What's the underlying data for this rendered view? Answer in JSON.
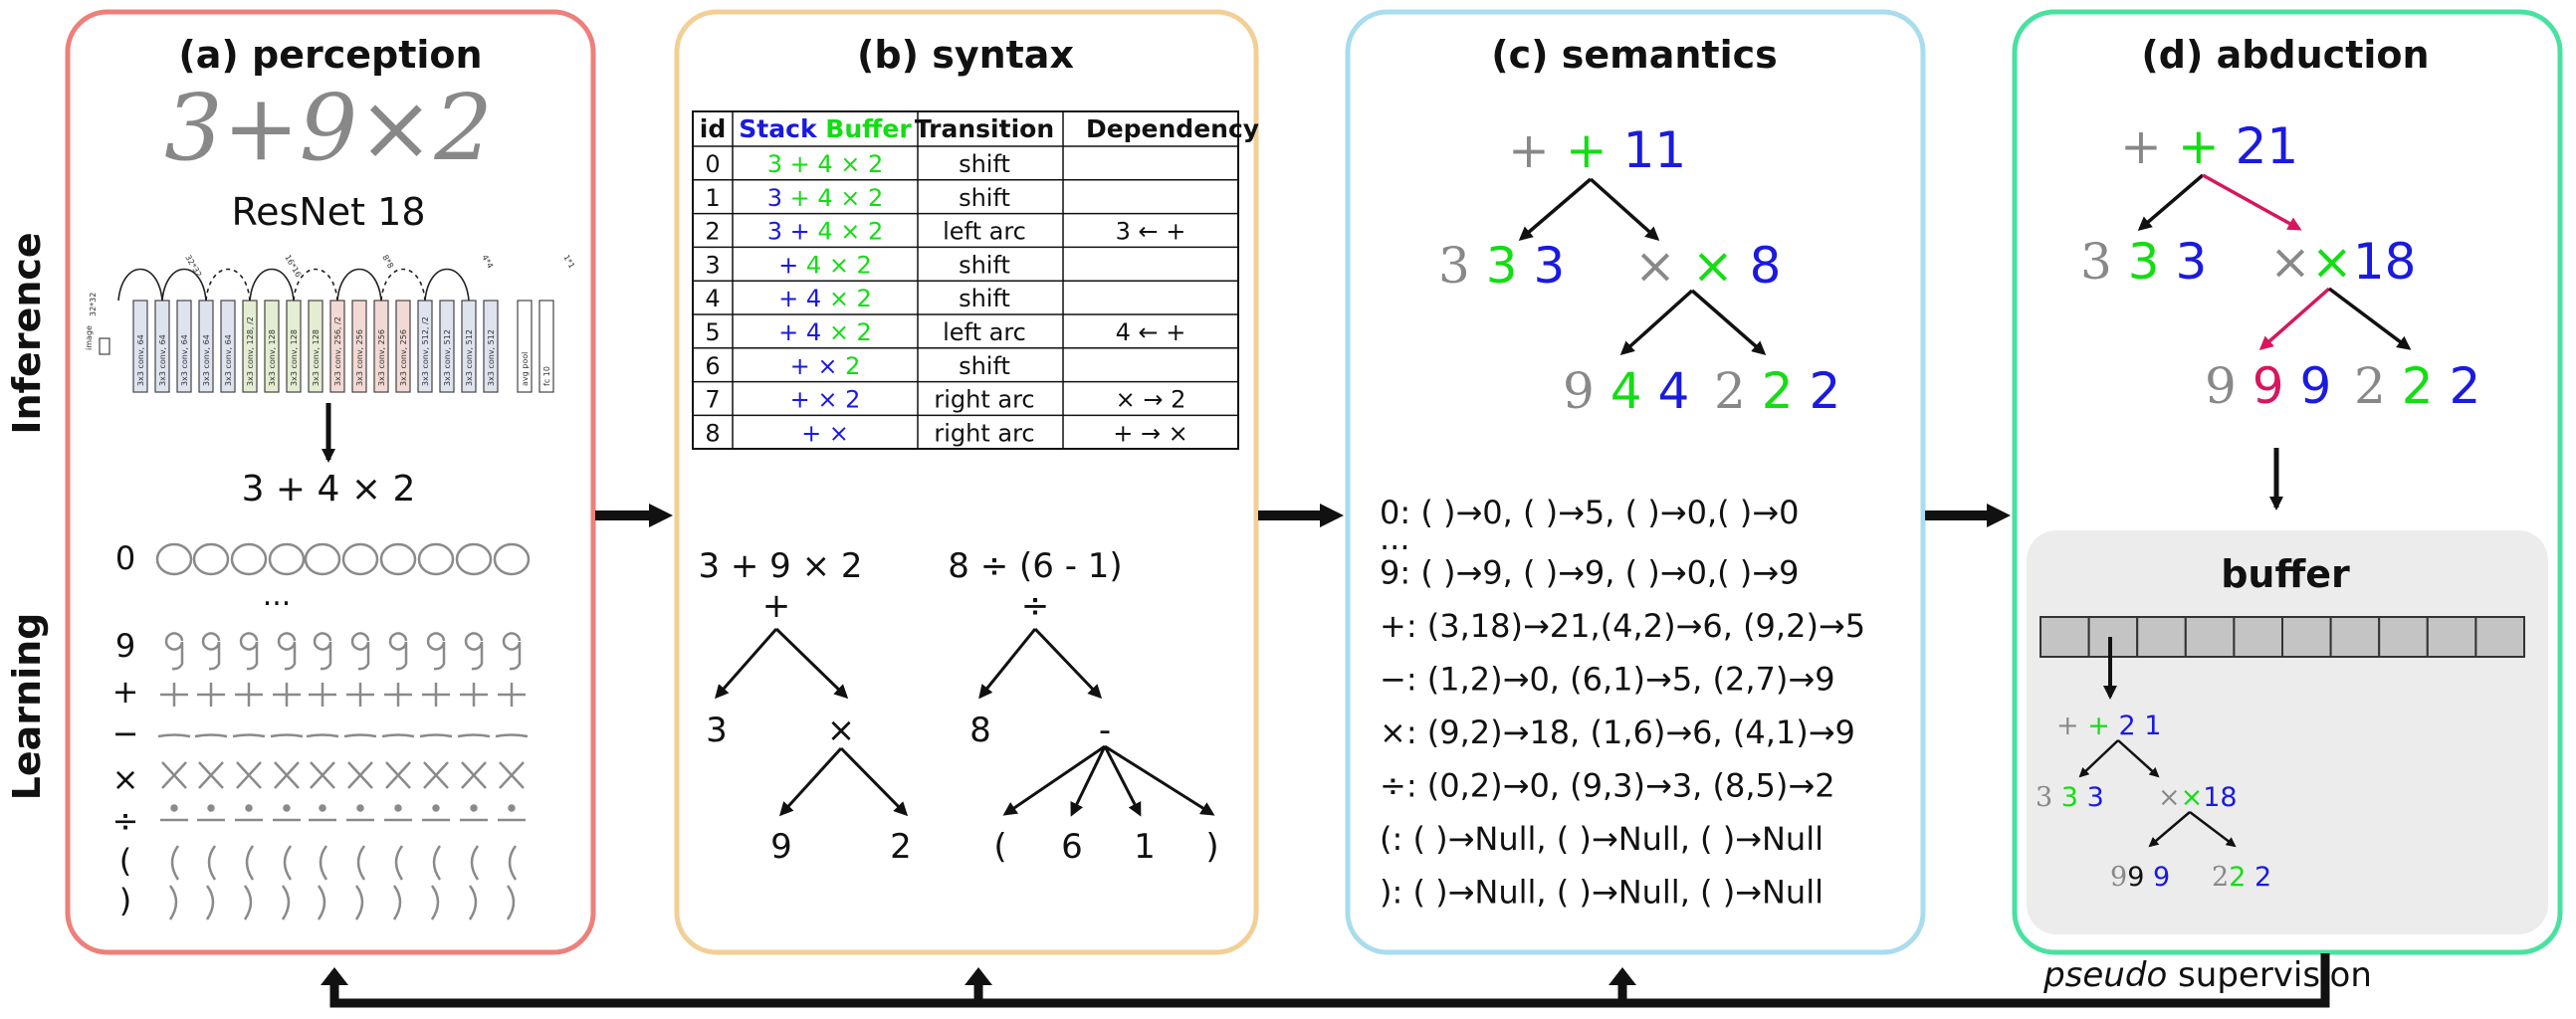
{
  "side_labels": {
    "inference": "Inference",
    "learning": "Learning"
  },
  "panels": {
    "perception": {
      "title": "(a) perception",
      "network": "ResNet 18",
      "handwritten": "3+9×2",
      "output": "3 + 4 × 2",
      "class_labels": [
        "0",
        "9",
        "+",
        "−",
        "×",
        "÷",
        "(",
        ")"
      ],
      "ellipsis": "...",
      "layers": [
        "image",
        "3x3 conv, 64",
        "3x3 conv, 64",
        "3x3 conv, 64",
        "3x3 conv, 64",
        "3x3 conv, 64",
        "3x3 conv, 128, /2",
        "3x3 conv, 128",
        "3x3 conv, 128",
        "3x3 conv, 128",
        "3x3 conv, 256, /2",
        "3x3 conv, 256",
        "3x3 conv, 256",
        "3x3 conv, 256",
        "3x3 conv, 512, /2",
        "3x3 conv, 512",
        "3x3 conv, 512",
        "3x3 conv, 512",
        "avg pool",
        "fc 10"
      ],
      "sizes": [
        "32*32",
        "32*32",
        "16*16",
        "8*8",
        "4*4",
        "1*1"
      ]
    },
    "syntax": {
      "title": "(b) syntax",
      "headers": {
        "id": "id",
        "stack": "Stack",
        "buffer": "Buffer",
        "transition": "Transition",
        "dependency": "Dependency"
      },
      "rows": [
        {
          "id": "0",
          "stack": "",
          "buffer": "3 + 4 × 2",
          "transition": "shift",
          "dependency": ""
        },
        {
          "id": "1",
          "stack": "3",
          "buffer": "+ 4 × 2",
          "transition": "shift",
          "dependency": ""
        },
        {
          "id": "2",
          "stack": "3 +",
          "buffer": "4 × 2",
          "transition": "left arc",
          "dependency": "3 ← +"
        },
        {
          "id": "3",
          "stack": "+",
          "buffer": "4 × 2",
          "transition": "shift",
          "dependency": ""
        },
        {
          "id": "4",
          "stack": "+ 4",
          "buffer": "× 2",
          "transition": "shift",
          "dependency": ""
        },
        {
          "id": "5",
          "stack": "+ 4",
          "buffer": "× 2",
          "transition": "left arc",
          "dependency": "4 ← +"
        },
        {
          "id": "6",
          "stack": "+ ×",
          "buffer": "2",
          "transition": "shift",
          "dependency": ""
        },
        {
          "id": "7",
          "stack": "+ × 2",
          "buffer": "",
          "transition": "right arc",
          "dependency": "× → 2"
        },
        {
          "id": "8",
          "stack": "+ ×",
          "buffer": "",
          "transition": "right arc",
          "dependency": "+ → ×"
        }
      ],
      "tree1": {
        "expr": "3 + 9 × 2",
        "root": "+",
        "left": "3",
        "mid": "×",
        "l2": "9",
        "r2": "2"
      },
      "tree2": {
        "expr": "8 ÷ (6 - 1)",
        "root": "÷",
        "left": "8",
        "mid": "-",
        "c1": "(",
        "c2": "6",
        "c3": "1",
        "c4": ")"
      }
    },
    "semantics": {
      "title": "(c) semantics",
      "tree": {
        "root_hw": "+",
        "root_sym": "+",
        "root_val": "11",
        "l_hw": "3",
        "l_sym": "3",
        "l_val": "3",
        "r_hw": "×",
        "r_sym": "×",
        "r_val": "8",
        "ll_hw": "9",
        "ll_sym": "4",
        "ll_val": "4",
        "lr_hw": "2",
        "lr_sym": "2",
        "lr_val": "2"
      },
      "lines": [
        "0: ( )→0, ( )→5, ( )→0,( )→0",
        "...",
        "9: ( )→9, ( )→9, ( )→0,(  )→9",
        "+: (3,18)→21,(4,2)→6, (9,2)→5",
        "−: (1,2)→0, (6,1)→5, (2,7)→9",
        "×: (9,2)→18, (1,6)→6, (4,1)→9",
        "÷: (0,2)→0, (9,3)→3, (8,5)→2",
        "(:  ( )→Null, ( )→Null, ( )→Null",
        "):  ( )→Null, ( )→Null, ( )→Null"
      ]
    },
    "abduction": {
      "title": "(d) abduction",
      "buffer_label": "buffer",
      "tree": {
        "root_sym": "+",
        "root_val": "21",
        "l_sym": "3",
        "l_val": "3",
        "r_sym": "×",
        "r_val": "18",
        "ll_sym": "9",
        "ll_val": "9",
        "lr_sym": "2",
        "lr_val": "2"
      }
    }
  },
  "feedback": {
    "italic": "pseudo",
    "rest": " supervision"
  },
  "colors": {
    "perception": "#ee7f7a",
    "syntax": "#f2cf94",
    "semantics": "#a9dcef",
    "abduction": "#48e2a0",
    "symbol": "#13dd13",
    "value": "#1a1ae0",
    "abduced": "#d7165e"
  }
}
